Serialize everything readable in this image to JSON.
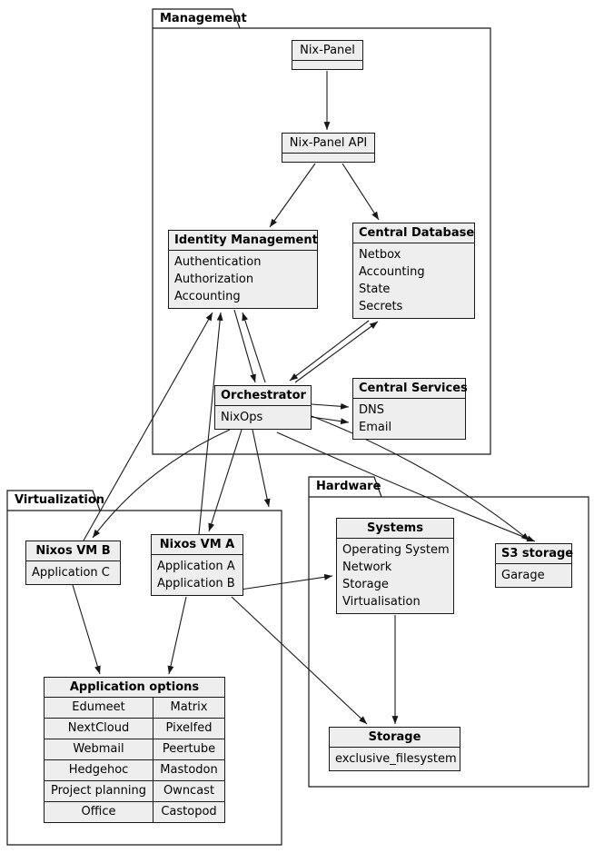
{
  "packages": {
    "management": {
      "label": "Management"
    },
    "virtualization": {
      "label": "Virtualization"
    },
    "hardware": {
      "label": "Hardware"
    }
  },
  "nodes": {
    "nix_panel": {
      "title": "Nix-Panel"
    },
    "nix_panel_api": {
      "title": "Nix-Panel API"
    },
    "identity_management": {
      "title": "Identity Management",
      "rows": [
        "Authentication",
        "Authorization",
        "Accounting"
      ]
    },
    "central_database": {
      "title": "Central Database",
      "rows": [
        "Netbox",
        "Accounting",
        "State",
        "Secrets"
      ]
    },
    "orchestrator": {
      "title": "Orchestrator",
      "rows": [
        "NixOps"
      ]
    },
    "central_services": {
      "title": "Central Services",
      "rows": [
        "DNS",
        "Email"
      ]
    },
    "nixos_vm_b": {
      "title": "Nixos VM B",
      "rows": [
        "Application C"
      ]
    },
    "nixos_vm_a": {
      "title": "Nixos VM A",
      "rows": [
        "Application A",
        "Application B"
      ]
    },
    "application_options": {
      "title": "Application options",
      "table": [
        [
          "Edumeet",
          "Matrix"
        ],
        [
          "NextCloud",
          "Pixelfed"
        ],
        [
          "Webmail",
          "Peertube"
        ],
        [
          "Hedgehoc",
          "Mastodon"
        ],
        [
          "Project planning",
          "Owncast"
        ],
        [
          "Office",
          "Castopod"
        ]
      ]
    },
    "systems": {
      "title": "Systems",
      "rows": [
        "Operating System",
        "Network",
        "Storage",
        "Virtualisation"
      ]
    },
    "s3_storage": {
      "title": "S3 storage",
      "rows": [
        "Garage"
      ]
    },
    "storage": {
      "title": "Storage",
      "rows": [
        "exclusive_filesystem"
      ]
    }
  },
  "colors": {
    "node_fill": "#eeeeee",
    "line": "#181818",
    "background": "#ffffff"
  }
}
